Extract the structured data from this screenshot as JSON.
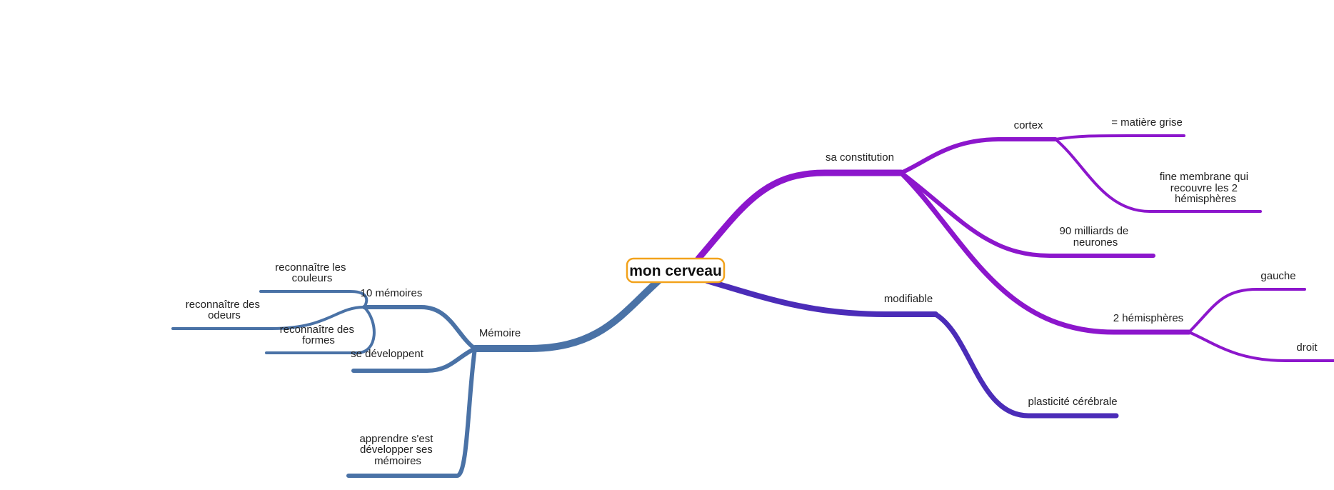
{
  "root": {
    "label": "mon cerveau"
  },
  "colors": {
    "root_border": "#f2a21b",
    "constitution": "#8c16cc",
    "modifiable": "#4b2cb8",
    "memoire": "#4a72a6"
  },
  "branches": {
    "constitution": {
      "label": "sa constitution",
      "cortex": {
        "label": "cortex",
        "matiere": "= matière grise",
        "membrane": [
          "fine  membrane  qui",
          "recouvre  les  2",
          "hémisphères"
        ]
      },
      "neurones": [
        "90  milliards  de",
        "neurones"
      ],
      "hemispheres": {
        "label": "2 hémisphères",
        "gauche": "gauche",
        "droit": "droit"
      }
    },
    "modifiable": {
      "label": "modifiable",
      "plasticite": "plasticité cérébrale"
    },
    "memoire": {
      "label": "Mémoire",
      "dix": {
        "label": "10 mémoires",
        "couleurs": [
          "reconnaître  les",
          "couleurs"
        ],
        "odeurs": [
          "reconnaître  des",
          "odeurs"
        ],
        "formes": [
          "reconnaître  des",
          "formes"
        ]
      },
      "developpent": "se développent",
      "apprendre": [
        "apprendre  s'est",
        "développer  ses",
        "mémoires"
      ]
    }
  }
}
